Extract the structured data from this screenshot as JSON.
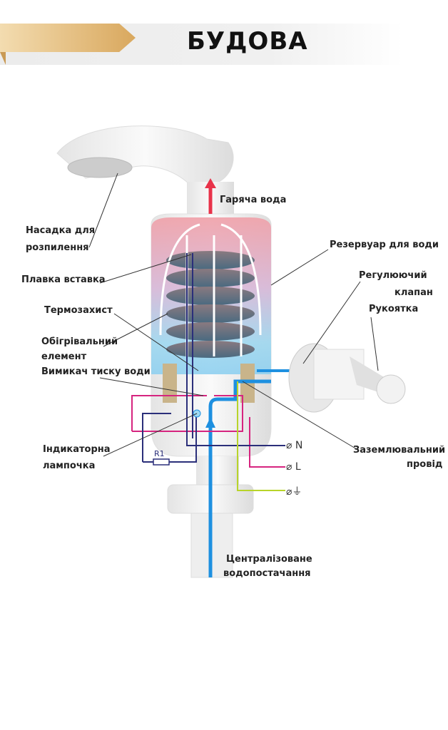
{
  "header": {
    "title": "БУДОВА"
  },
  "labels": {
    "hot_water": "Гаряча вода",
    "nozzle_1": "Насадка для",
    "nozzle_2": "розпилення",
    "fuse": "Плавка вставка",
    "thermal": "Термозахист",
    "heater_1": "Обігрівальний",
    "heater_2": "елемент",
    "pressure_switch": "Вимикач тиску води",
    "indicator_1": "Індикаторна",
    "indicator_2": "лампочка",
    "tank": "Резервуар для води",
    "valve_1": "Регулюючий",
    "valve_2": "клапан",
    "handle": "Рукоятка",
    "ground_1": "Заземлювальний",
    "ground_2": "провід",
    "supply_1": "Централізоване",
    "supply_2": "водопостачання",
    "resistor": "R1"
  },
  "terminals": {
    "n": "N",
    "l": "L"
  },
  "colors": {
    "hot": "#e8334a",
    "cold": "#1e90e0",
    "neutral": "#2b2f7a",
    "live": "#d6247f",
    "ground": "#b8d42a",
    "gold": "#d9a85e"
  }
}
